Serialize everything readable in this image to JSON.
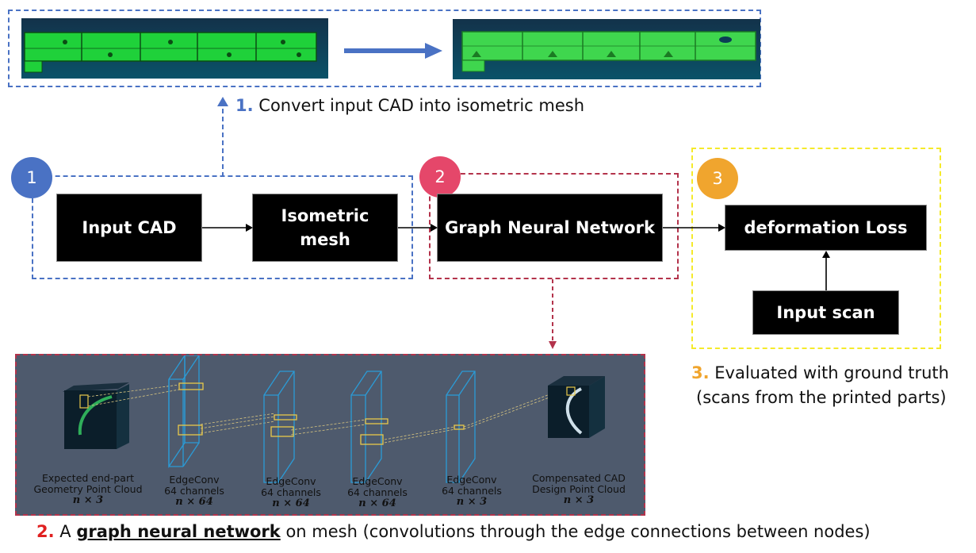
{
  "top_step": {
    "number": "1.",
    "text": "Convert input CAD into isometric mesh"
  },
  "pipeline": {
    "input_cad": "Input CAD",
    "isometric_mesh_line1": "Isometric",
    "isometric_mesh_line2": "mesh",
    "gnn": "Graph Neural Network",
    "deformation_loss": "deformation Loss",
    "input_scan": "Input scan"
  },
  "badges": [
    "1",
    "2",
    "3"
  ],
  "colors": {
    "blue": "#4a72c4",
    "red": "#e5476a",
    "orange": "#f0a52e",
    "yellow": "#f5ea2a",
    "dark_red": "#b3334b",
    "network_bg": "#4e5a6d"
  },
  "network_layers": [
    {
      "line1": "Expected end-part",
      "line2": "Geometry Point Cloud",
      "dim": "n × 3"
    },
    {
      "line1": "EdgeConv",
      "line2": "64 channels",
      "dim": "n × 64"
    },
    {
      "line1": "EdgeConv",
      "line2": "64 channels",
      "dim": "n × 64"
    },
    {
      "line1": "EdgeConv",
      "line2": "64 channels",
      "dim": "n × 64"
    },
    {
      "line1": "EdgeConv",
      "line2": "64 channels",
      "dim": "n × 3"
    },
    {
      "line1": "Compensated CAD",
      "line2": "Design Point Cloud",
      "dim": "n × 3"
    }
  ],
  "step3": {
    "number": "3.",
    "line1": "Evaluated with ground truth",
    "line2": "(scans from the printed parts)"
  },
  "step2": {
    "number": "2.",
    "pre": "A",
    "emph": "graph neural network",
    "post": "on mesh (convolutions through the edge connections between nodes)"
  }
}
